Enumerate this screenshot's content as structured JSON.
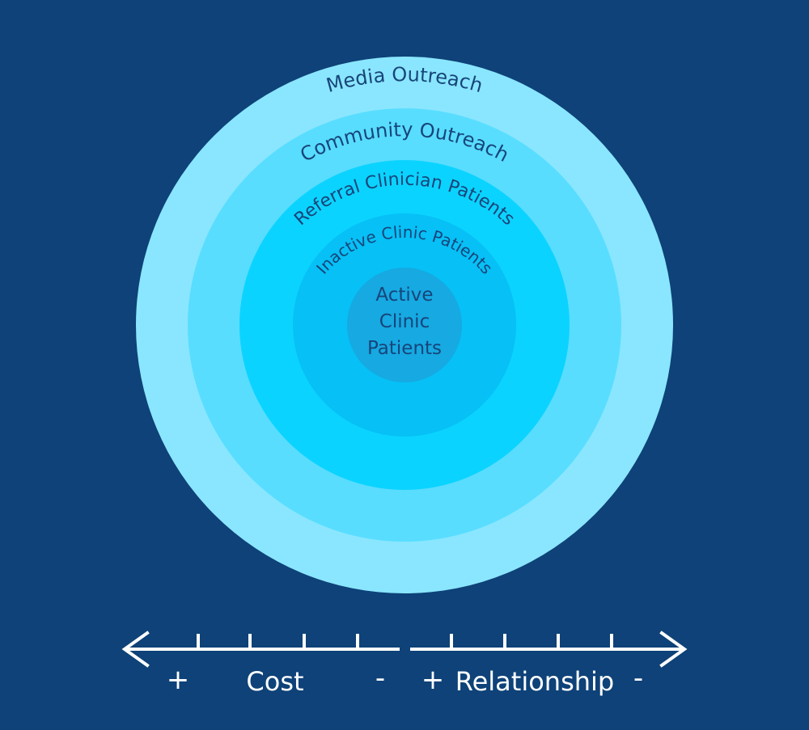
{
  "colors": {
    "background": "#0e4278",
    "ring1": "#8ae6ff",
    "ring2": "#58ddff",
    "ring3": "#0bd3ff",
    "ring4": "#06c0f6",
    "core": "#16a9e2",
    "label_text": "#17457a",
    "axis": "#ffffff"
  },
  "rings": {
    "media": "Media Outreach",
    "community": "Community Outreach",
    "referral": "Referral Clinician Patients",
    "inactive": "Inactive Clinic Patients"
  },
  "core": {
    "line1": "Active",
    "line2": "Clinic",
    "line3": "Patients"
  },
  "axis": {
    "cost_plus": "+",
    "cost_label": "Cost",
    "cost_minus": "-",
    "rel_plus": "+",
    "rel_label": "Relationship",
    "rel_minus": "-"
  }
}
